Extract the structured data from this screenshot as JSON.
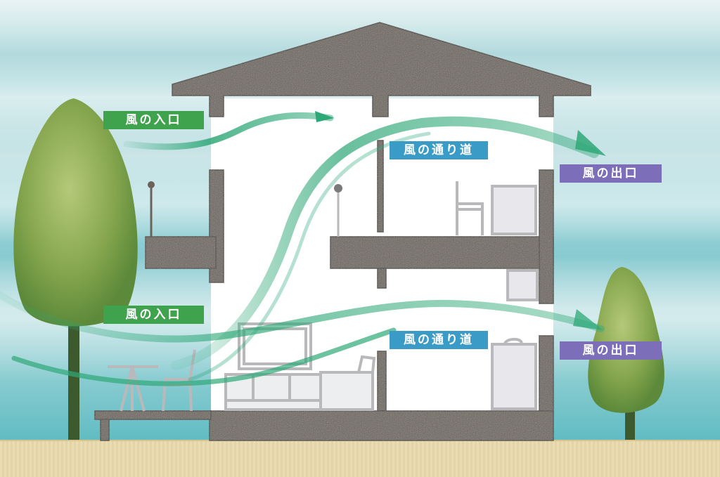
{
  "diagram": {
    "title": "House cross-section wind flow diagram",
    "colors": {
      "entrance_label": "#3fa34d",
      "path_label": "#3a9bc6",
      "exit_label": "#7c6eb8",
      "wind_arrow": "#2fa878",
      "structure": "#6b625a",
      "sky": "#9fd2d6",
      "ground": "#eadcb2"
    },
    "labels": {
      "entrance_upper": "風の入口",
      "entrance_lower": "風の入口",
      "path_upper": "風の通り道",
      "path_lower": "風の通り道",
      "exit_upper": "風の出口",
      "exit_lower": "風の出口"
    },
    "elements": [
      "roof",
      "second-floor",
      "first-floor",
      "balcony",
      "deck",
      "left-tree",
      "right-tree",
      "wind-arrows",
      "furniture"
    ]
  }
}
